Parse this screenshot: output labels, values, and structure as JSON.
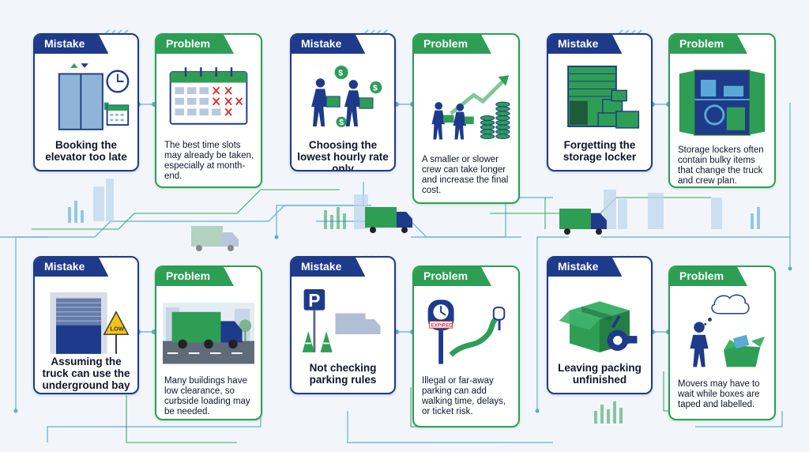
{
  "colors": {
    "mistake": "#1e3a8a",
    "problem": "#2e9e55",
    "background": "#f2f6fb"
  },
  "cards": [
    {
      "tab": "Mistake",
      "text": "Booking the elevator too late",
      "icon": "elevator-clock-calendar-icon"
    },
    {
      "tab": "Problem",
      "text": "The best time slots may already be taken, especially at month-end.",
      "icon": "calendar-icon"
    },
    {
      "tab": "Mistake",
      "text": "Choosing the lowest hourly rate only",
      "icon": "movers-money-icon"
    },
    {
      "tab": "Problem",
      "text": "A smaller or slower crew can take longer and increase the final cost.",
      "icon": "rising-coins-icon"
    },
    {
      "tab": "Mistake",
      "text": "Forgetting the storage locker",
      "icon": "storage-boxes-icon"
    },
    {
      "tab": "Problem",
      "text": "Storage lockers often contain bulky items that change the truck and crew plan.",
      "icon": "open-locker-icon"
    },
    {
      "tab": "Mistake",
      "text": "Assuming the truck can use the underground bay",
      "icon": "garage-low-sign-icon"
    },
    {
      "tab": "Problem",
      "text": "Many buildings have low clearance, so curbside loading may be needed.",
      "icon": "truck-street-icon"
    },
    {
      "tab": "Mistake",
      "text": "Not checking parking rules",
      "icon": "parking-sign-icon"
    },
    {
      "tab": "Problem",
      "text": "Illegal or far-away parking can add walking time, delays, or ticket risk.",
      "icon": "parking-meter-icon"
    },
    {
      "tab": "Mistake",
      "text": "Leaving packing unfinished",
      "icon": "box-tape-icon"
    },
    {
      "tab": "Problem",
      "text": "Movers may have to wait while boxes are taped and labelled.",
      "icon": "waiting-person-icon"
    }
  ],
  "illustration": {
    "low_sign": "LOW",
    "meter_label": "EXPIRED",
    "parking_letter": "P"
  }
}
